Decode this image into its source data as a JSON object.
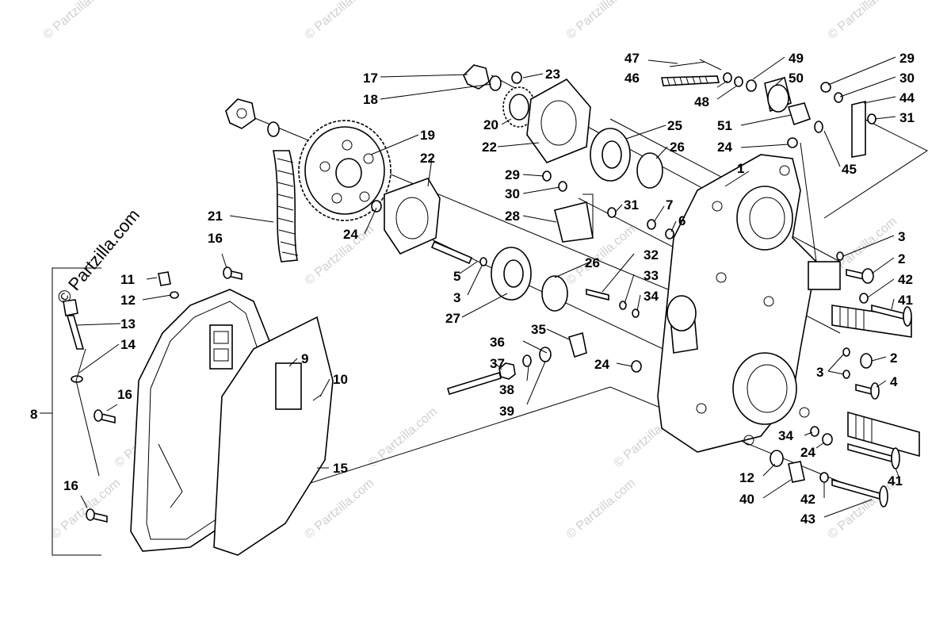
{
  "watermark": {
    "repeat_text": "© Partzilla.com",
    "side_text": "© Partzilla.com"
  },
  "callouts": {
    "c1": "1",
    "c2a": "2",
    "c2b": "2",
    "c3a": "3",
    "c3b": "3",
    "c3c": "3",
    "c4": "4",
    "c5": "5",
    "c6": "6",
    "c7": "7",
    "c8": "8",
    "c9": "9",
    "c10": "10",
    "c11": "11",
    "c12a": "12",
    "c12b": "12",
    "c13": "13",
    "c14": "14",
    "c15": "15",
    "c16a": "16",
    "c16b": "16",
    "c16c": "16",
    "c17": "17",
    "c18": "18",
    "c19": "19",
    "c20": "20",
    "c21": "21",
    "c22a": "22",
    "c22b": "22",
    "c23": "23",
    "c24a": "24",
    "c24b": "24",
    "c24c": "24",
    "c24d": "24",
    "c25": "25",
    "c26a": "26",
    "c26b": "26",
    "c27": "27",
    "c28": "28",
    "c29a": "29",
    "c29b": "29",
    "c30a": "30",
    "c30b": "30",
    "c31a": "31",
    "c31b": "31",
    "c32": "32",
    "c33": "33",
    "c34a": "34",
    "c34b": "34",
    "c35": "35",
    "c36": "36",
    "c37": "37",
    "c38": "38",
    "c39": "39",
    "c40": "40",
    "c41a": "41",
    "c41b": "41",
    "c42a": "42",
    "c42b": "42",
    "c43": "43",
    "c44": "44",
    "c45": "45",
    "c46": "46",
    "c47": "47",
    "c48": "48",
    "c49": "49",
    "c50": "50",
    "c51": "51"
  }
}
